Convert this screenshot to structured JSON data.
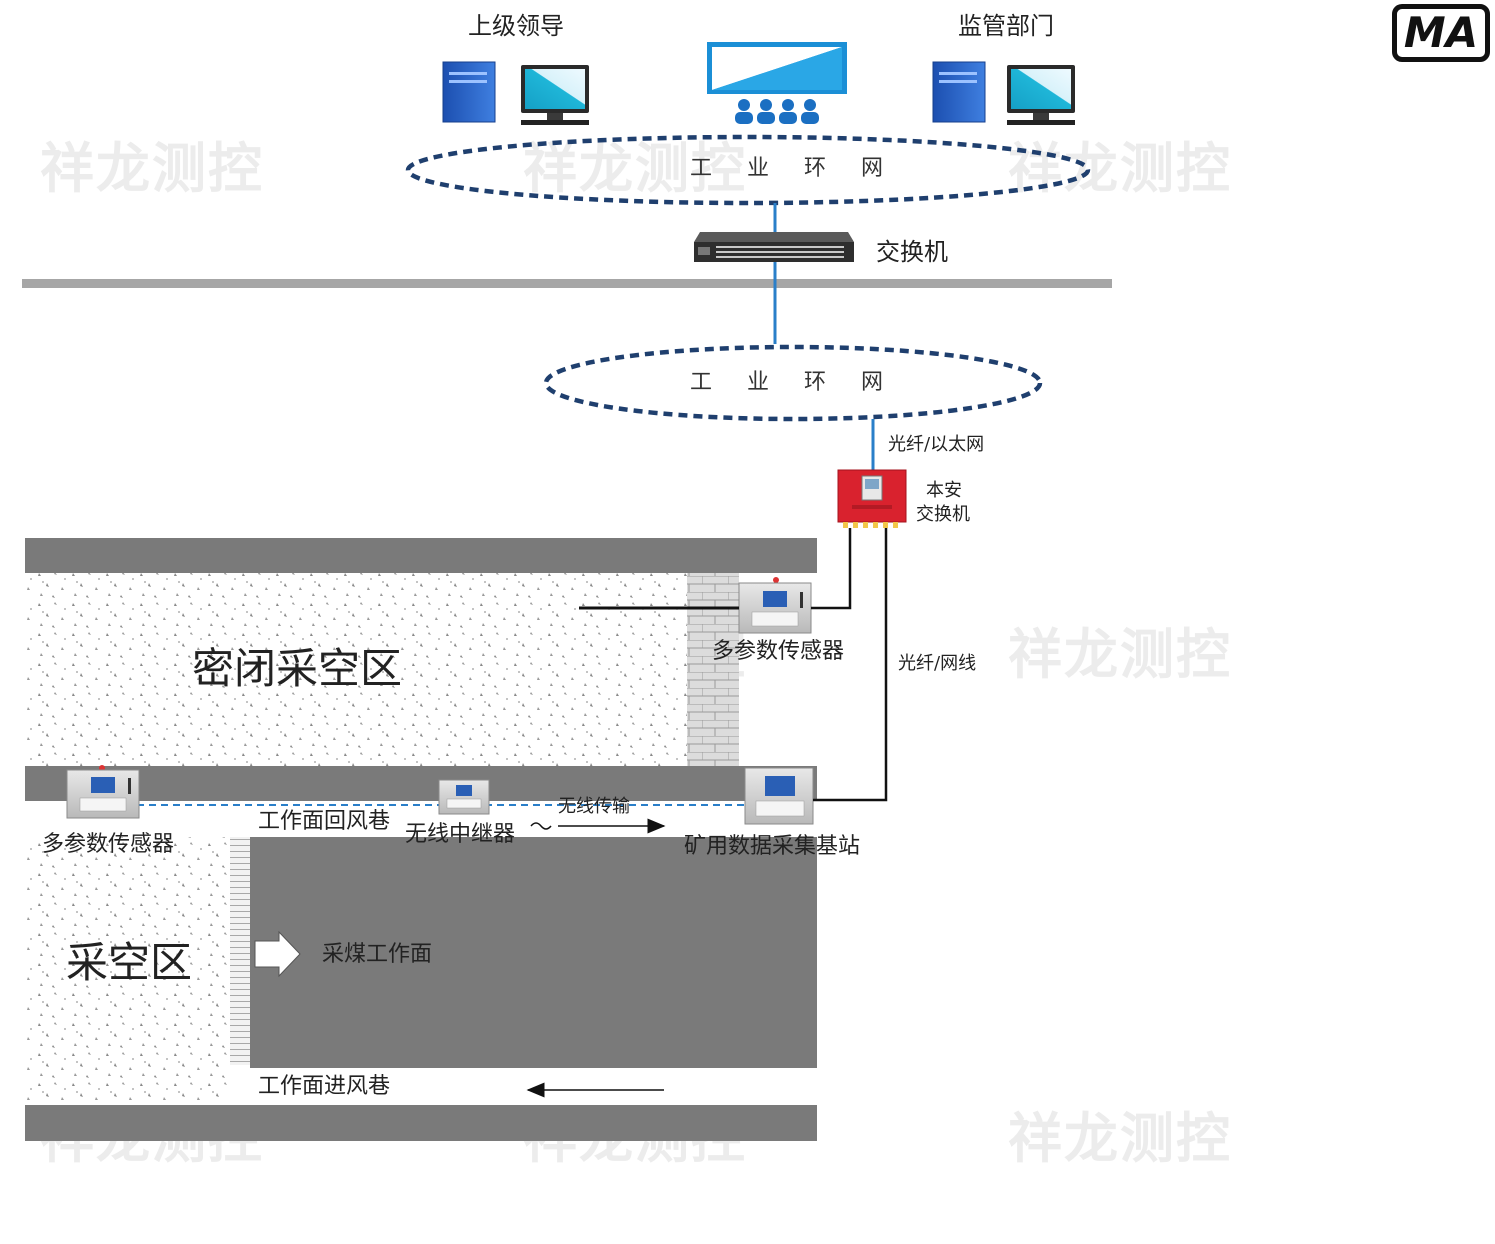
{
  "logo": {
    "text": "MA"
  },
  "watermark": "祥龙测控",
  "top": {
    "leader_label": "上级领导",
    "supervision_label": "监管部门",
    "ring1_label": "工 业 环 网",
    "switch_label": "交换机"
  },
  "underground": {
    "ring2_label": "工 业 环 网",
    "fiber_ethernet_label": "光纤/以太网",
    "safety_switch_label_line1": "本安",
    "safety_switch_label_line2": "交换机",
    "fiber_cable_label": "光纤/网线"
  },
  "mine": {
    "sealed_goaf_label": "密闭采空区",
    "sensor_upper_label": "多参数传感器",
    "sensor_left_label": "多参数传感器",
    "return_airway_label": "工作面回风巷",
    "repeater_label": "无线中继器",
    "wireless_label": "无线传输",
    "base_station_label": "矿用数据采集基站",
    "goaf_label": "采空区",
    "coal_face_label": "采煤工作面",
    "intake_airway_label": "工作面进风巷"
  },
  "colors": {
    "ring_dash": "#1f3f6e",
    "link_blue": "#2a7fc9",
    "wall_gray": "#7a7a7a",
    "ground_line": "#a6a6a6",
    "safety_switch_red": "#d9222e"
  }
}
